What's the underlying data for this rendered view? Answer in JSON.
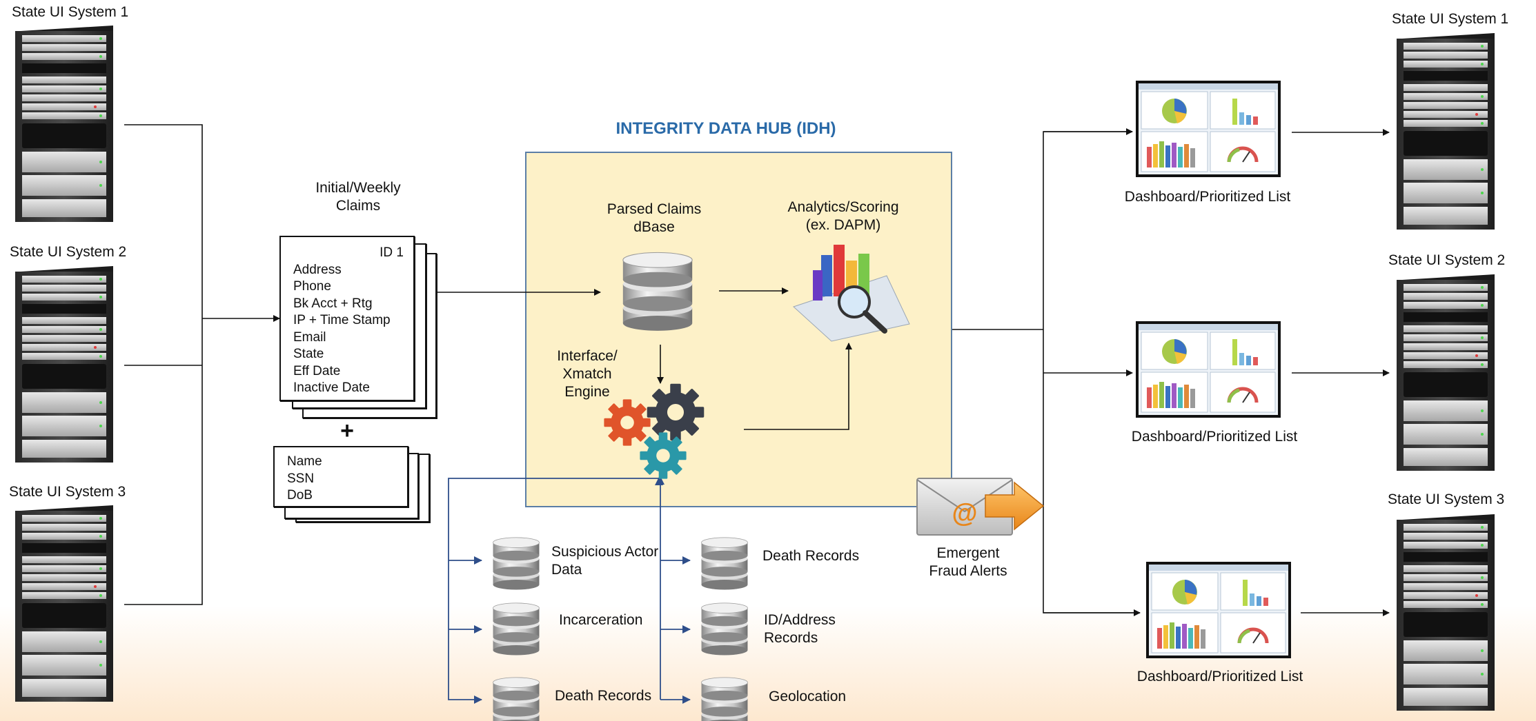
{
  "hub": {
    "title": "INTEGRITY DATA HUB (IDH)"
  },
  "sources": [
    {
      "label": "State UI System 1"
    },
    {
      "label": "State UI System 2"
    },
    {
      "label": "State UI System 3"
    }
  ],
  "targets": [
    {
      "label": "State UI System 1"
    },
    {
      "label": "State UI System 2"
    },
    {
      "label": "State UI System 3"
    }
  ],
  "claims": {
    "header": [
      "Initial/Weekly",
      "Claims"
    ],
    "id_label": "ID 1",
    "fields": [
      "Address",
      "Phone",
      "Bk Acct + Rtg",
      "IP + Time Stamp",
      "Email",
      "State",
      "Eff Date",
      "Inactive Date"
    ],
    "plus": "+",
    "identity_fields": [
      "Name",
      "SSN",
      "DoB"
    ]
  },
  "parsed_db": {
    "label": [
      "Parsed Claims",
      "dBase"
    ]
  },
  "analytics": {
    "label": [
      "Analytics/Scoring",
      "(ex. DAPM)"
    ]
  },
  "engine": {
    "label": [
      "Interface/",
      "Xmatch",
      "Engine"
    ]
  },
  "external_dbs": [
    {
      "label": [
        "Suspicious Actor",
        "Data"
      ]
    },
    {
      "label": [
        "Death Records"
      ]
    },
    {
      "label": [
        "Incarceration"
      ]
    },
    {
      "label": [
        "ID/Address",
        "Records"
      ]
    },
    {
      "label": [
        "Death Records"
      ]
    },
    {
      "label": [
        "Geolocation"
      ]
    }
  ],
  "alerts": {
    "label": [
      "Emergent",
      "Fraud Alerts"
    ]
  },
  "dashboards": [
    {
      "label": "Dashboard/Prioritized List"
    },
    {
      "label": "Dashboard/Prioritized List"
    },
    {
      "label": "Dashboard/Prioritized List"
    }
  ]
}
